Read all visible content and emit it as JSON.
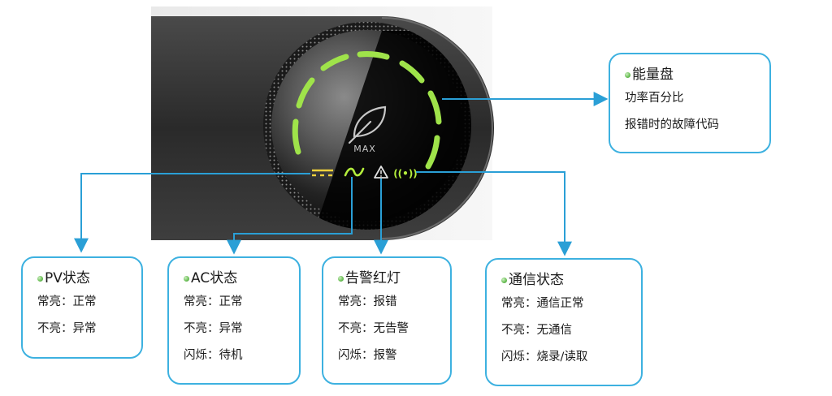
{
  "device": {
    "dial_text": "MAX",
    "colors": {
      "ring_green": "#9fe34a",
      "callout_border": "#3db1e0",
      "arrow": "#2a9fd6",
      "indicator_yellow": "#f2d23c",
      "indicator_green": "#b4ee3c",
      "indicator_white": "#e0e0e0"
    },
    "icons": [
      "leaf-icon",
      "pv-dc-icon",
      "ac-wave-icon",
      "warning-icon",
      "wireless-signal-icon"
    ],
    "signal_text": "((•))"
  },
  "callouts": {
    "energy": {
      "title": "能量盘",
      "lines": [
        "功率百分比",
        "报错时的故障代码"
      ]
    },
    "pv": {
      "title": "PV状态",
      "lines": [
        "常亮：正常",
        "不亮：异常"
      ]
    },
    "ac": {
      "title": "AC状态",
      "lines": [
        "常亮：正常",
        "不亮：异常",
        "闪烁：待机"
      ]
    },
    "alarm": {
      "title": "告警红灯",
      "lines": [
        "常亮：报错",
        "不亮：无告警",
        "闪烁：报警"
      ]
    },
    "comm": {
      "title": "通信状态",
      "lines": [
        "常亮：通信正常",
        "不亮：无通信",
        "闪烁：烧录/读取"
      ]
    }
  }
}
